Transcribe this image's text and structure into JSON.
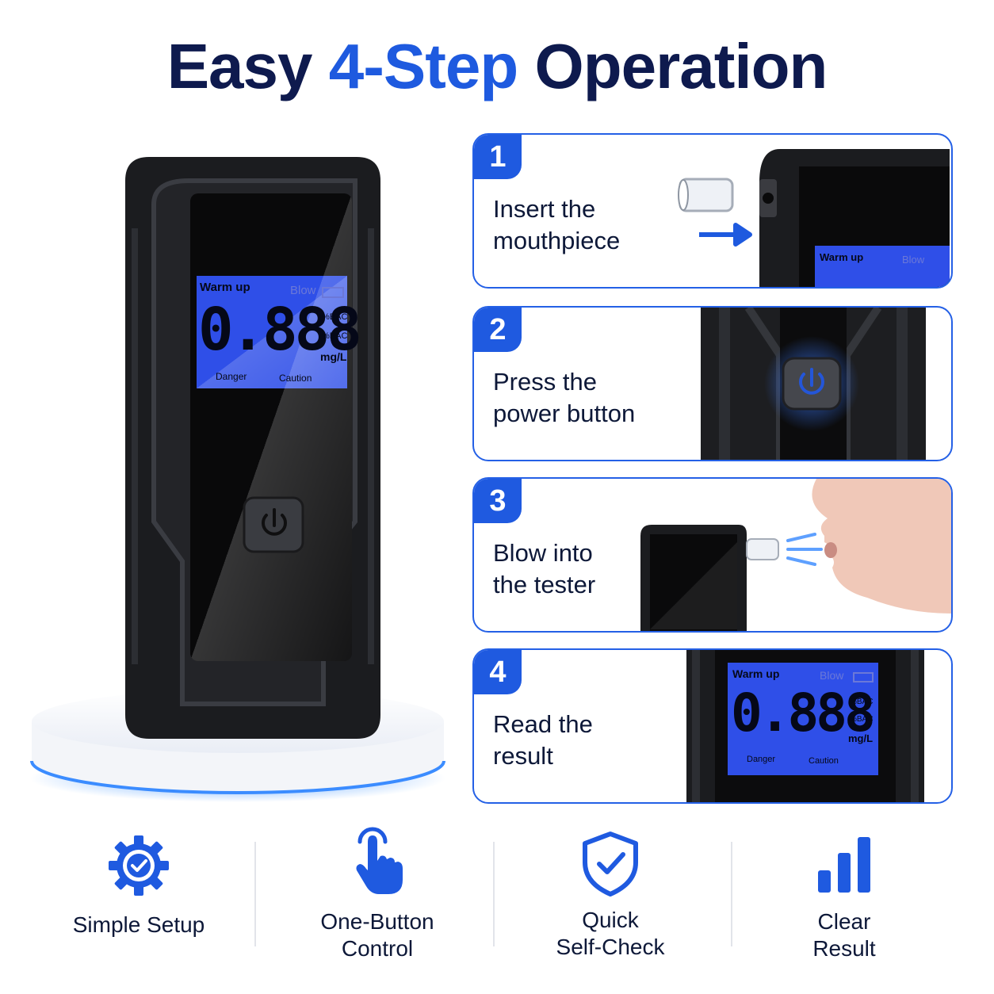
{
  "title": {
    "part1": "Easy",
    "part2": "4-Step",
    "part3": "Operation"
  },
  "display": {
    "warm_up": "Warm up",
    "blow": "Blow",
    "digits": "0.888",
    "unit_bac1": "%BAC",
    "unit_bac2": "%BAC",
    "unit_mgl": "mg/L",
    "danger": "Danger",
    "caution": "Caution"
  },
  "steps": [
    {
      "number": "1",
      "line1": "Insert the",
      "line2": "mouthpiece"
    },
    {
      "number": "2",
      "line1": "Press the",
      "line2": "power button"
    },
    {
      "number": "3",
      "line1": "Blow into",
      "line2": "the tester"
    },
    {
      "number": "4",
      "line1": "Read the",
      "line2": "result"
    }
  ],
  "features": [
    {
      "line1": "Simple Setup",
      "line2": "",
      "icon": "gear-check-icon"
    },
    {
      "line1": "One-Button",
      "line2": "Control",
      "icon": "tap-hand-icon"
    },
    {
      "line1": "Quick",
      "line2": "Self-Check",
      "icon": "shield-check-icon"
    },
    {
      "line1": "Clear",
      "line2": "Result",
      "icon": "bar-chart-icon"
    }
  ],
  "colors": {
    "title_dark": "#0e1a4e",
    "accent_blue": "#1e5adf",
    "lcd_blue": "#2f4fe8",
    "device_body": "#1d1e21"
  }
}
